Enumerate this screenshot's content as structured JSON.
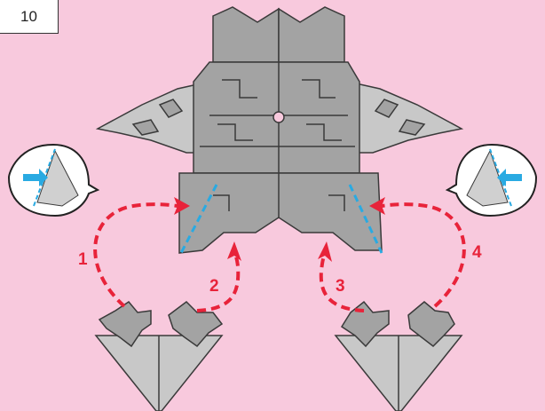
{
  "step": {
    "number": "10"
  },
  "labels": {
    "one": "1",
    "two": "2",
    "three": "3",
    "four": "4"
  },
  "colors": {
    "background": "#f8c9dd",
    "piece_fill": "#a3a3a3",
    "piece_light": "#c8c8c8",
    "outline": "#3a3a3a",
    "guide_line": "#29aae2",
    "arrow": "#e8233a"
  },
  "icons": {
    "left_callout": "magnify-callout-left-icon",
    "right_callout": "magnify-callout-right-icon"
  }
}
